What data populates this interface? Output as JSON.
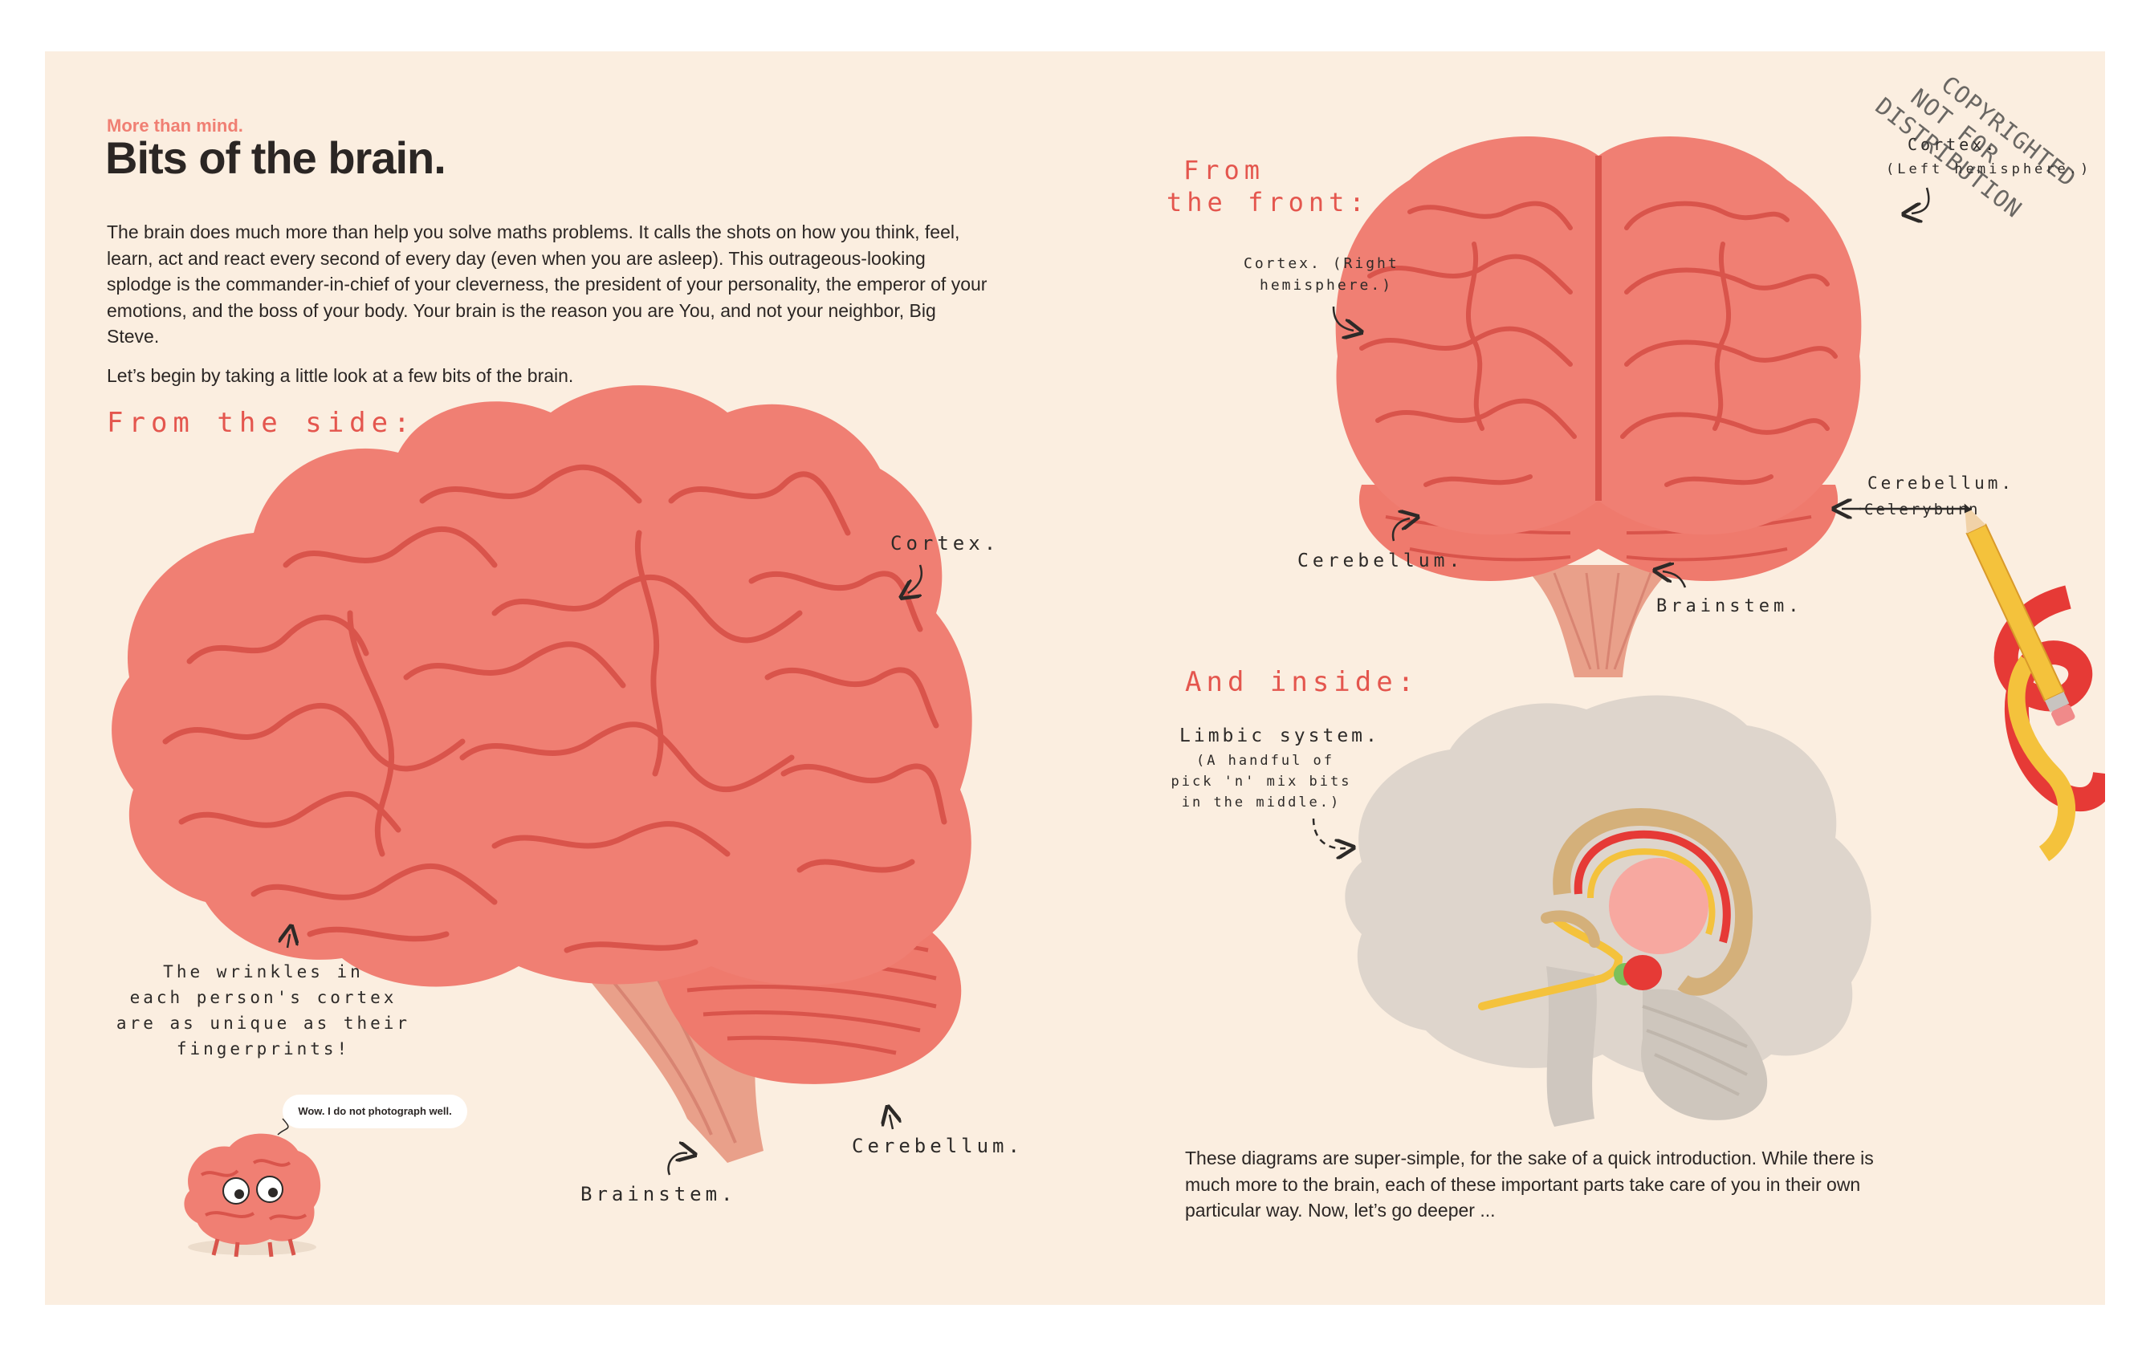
{
  "page": {
    "kicker": "More than mind.",
    "title": "Bits of the brain.",
    "intro_paragraph_1": "The brain does much more than help you solve maths problems. It calls the shots on how you think, feel, learn, act and react every second of every day (even when you are asleep). This outrageous-looking splodge is the commander-in-chief of your cleverness, the president of your personality, the emperor of your emotions, and the boss of your body. Your brain is the reason you are You, and not your neighbor, Big Steve.",
    "intro_paragraph_2": "Let’s begin by taking a little look at a few bits of the brain.",
    "outro_paragraph": "These diagrams are super-simple, for the sake of a quick introduction. While there is much more to the brain, each of these important parts take care of you in their own particular way. Now, let’s go deeper ..."
  },
  "side_view": {
    "heading": "From the side:",
    "label_cortex": "Cortex.",
    "label_cerebellum": "Cerebellum.",
    "label_brainstem": "Brainstem.",
    "wrinkles_note": [
      "The wrinkles in",
      "each person's cortex",
      "are as unique as their",
      "fingerprints!"
    ]
  },
  "front_view": {
    "heading_line1": "From",
    "heading_line2": "the front:",
    "label_cortex_right": [
      "Cortex. (Right",
      "hemisphere.)"
    ],
    "label_cortex_left": [
      "Cortex.",
      "(Left hemisphere.)"
    ],
    "label_cerebellum": "Cerebellum.",
    "label_brainstem": "Brainstem.",
    "label_cerebellum_corrected": "Cerebellum.",
    "label_crossed_out": "Celeryburn"
  },
  "inside_view": {
    "heading": "And inside:",
    "label_limbic": "Limbic system.",
    "limbic_note": [
      "(A handful of",
      "pick 'n' mix bits",
      "in the middle.)"
    ]
  },
  "character": {
    "speech": "Wow. I do not photograph well."
  },
  "watermark": [
    "COPYRIGHTED",
    "NOT FOR",
    "DISTRIBUTION"
  ],
  "colors": {
    "page_bg": "#fbeee0",
    "brain_fill": "#f07f73",
    "brain_groove": "#d9544b",
    "heading_red": "#e4564e",
    "text_dark": "#2b2624"
  }
}
